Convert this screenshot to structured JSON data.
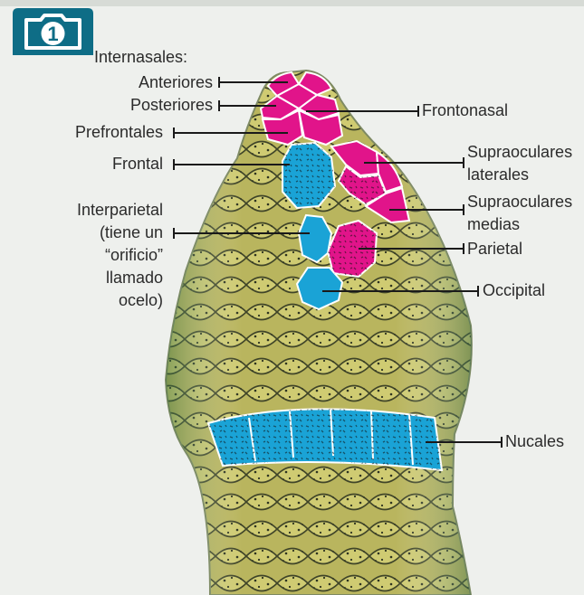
{
  "figure_number": "1",
  "labels": {
    "internasales_heading": "Internasales:",
    "anteriores": "Anteriores",
    "posteriores": "Posteriores",
    "prefrontales": "Prefrontales",
    "frontal": "Frontal",
    "interparietal_1": "Interparietal",
    "interparietal_2": "(tiene un",
    "interparietal_3": "“orificio”",
    "interparietal_4": "llamado",
    "interparietal_5": "ocelo)",
    "frontonasal": "Frontonasal",
    "supraoculares_lat_1": "Supraoculares",
    "supraoculares_lat_2": "laterales",
    "supraoculares_med_1": "Supraoculares",
    "supraoculares_med_2": "medias",
    "parietal": "Parietal",
    "occipital": "Occipital",
    "nucales": "Nucales"
  },
  "colors": {
    "highlight_pink": "#e1148a",
    "highlight_blue": "#1aa3d6",
    "badge": "#0e6d86",
    "skin": "#b9b85a"
  }
}
